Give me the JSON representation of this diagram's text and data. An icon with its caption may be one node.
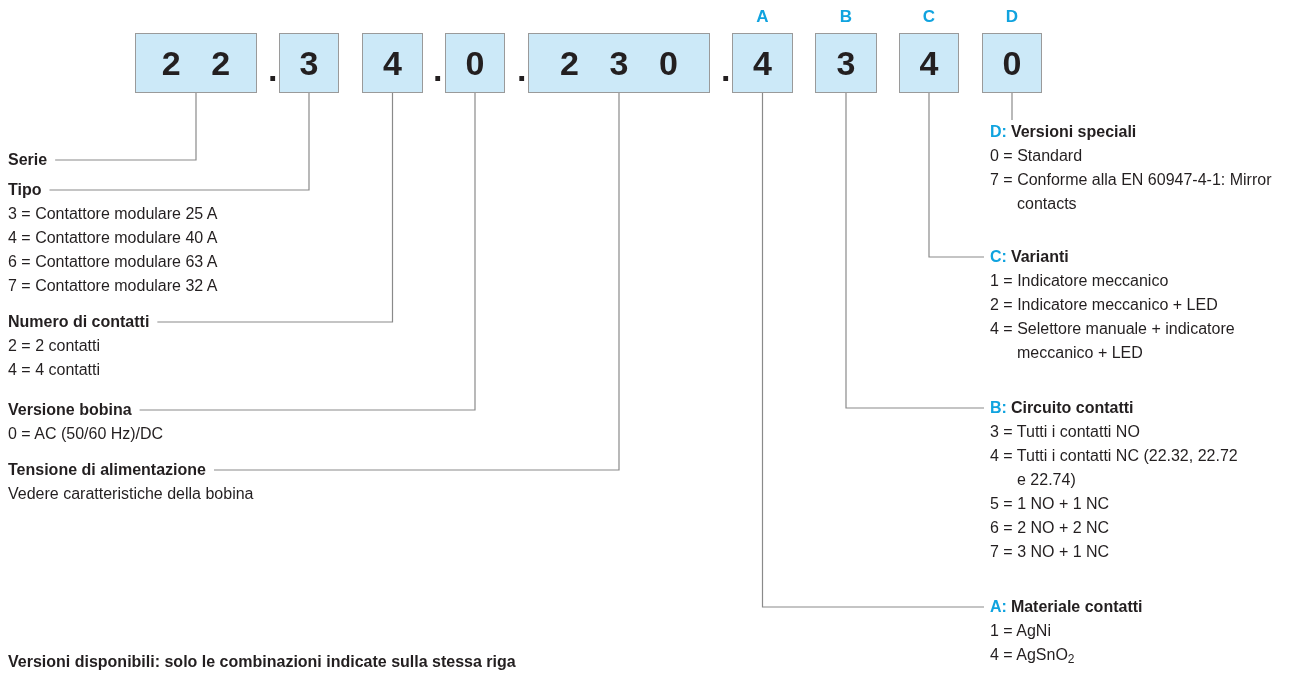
{
  "diagram": {
    "nodes": [
      {
        "text": [
          "22"
        ]
      },
      {
        "text": [
          "3"
        ]
      },
      {
        "text": [
          "4"
        ]
      },
      {
        "text": [
          "0"
        ]
      },
      {
        "text": [
          "230"
        ]
      },
      {
        "text": [
          "4"
        ],
        "beside": [
          "A"
        ]
      },
      {
        "text": [
          "3"
        ],
        "beside": [
          "B"
        ]
      },
      {
        "text": [
          "4"
        ],
        "beside": [
          "C"
        ]
      },
      {
        "text": [
          "0"
        ],
        "beside": [
          "D"
        ]
      },
      {
        "text": [
          "Serie"
        ]
      },
      {
        "text": [
          "Tipo",
          "3 = Contattore modulare 25 A",
          "4 = Contattore modulare 40 A",
          "6 = Contattore modulare 63 A",
          "7 = Contattore modulare 32 A"
        ]
      },
      {
        "text": [
          "Numero di contatti",
          "2 = 2 contatti",
          "4 = 4 contatti"
        ]
      },
      {
        "text": [
          "Versione bobina",
          "0 = AC (50/60 Hz)/DC"
        ]
      },
      {
        "text": [
          "Tensione di alimentazione",
          "Vedere caratteristiche della bobina"
        ]
      },
      {
        "text": [
          "D:",
          "Versioni speciali",
          "0 = Standard",
          "7 = Conforme alla EN 60947-4-1: Mirror contacts"
        ]
      },
      {
        "text": [
          "C:",
          "Varianti",
          "1 = Indicatore meccanico",
          "2 = Indicatore meccanico + LED",
          "4 = Selettore manuale + indicatore meccanico + LED"
        ]
      },
      {
        "text": [
          "B:",
          "Circuito contatti",
          "3 = Tutti i contatti NO",
          "4 = Tutti i contatti NC (22.32, 22.72 e 22.74)",
          "5 = 1 NO + 1 NC",
          "6 = 2 NO + 2 NC",
          "7 = 3 NO + 1 NC"
        ]
      },
      {
        "text": [
          "A:",
          "Materiale contatti",
          "1 = AgNi",
          "4 = AgSnO$_{2}$"
        ]
      }
    ],
    "edges": [
      {
        "from": 0,
        "to": 9,
        "arrow": "none"
      },
      {
        "from": 1,
        "to": 10,
        "arrow": "none"
      },
      {
        "from": 2,
        "to": 11,
        "arrow": "none"
      },
      {
        "from": 3,
        "to": 12,
        "arrow": "none"
      },
      {
        "from": 4,
        "to": 13,
        "arrow": "none"
      },
      {
        "from": 8,
        "to": 14,
        "arrow": "none"
      },
      {
        "from": 7,
        "to": 15,
        "arrow": "none"
      },
      {
        "from": 6,
        "to": 16,
        "arrow": "none"
      },
      {
        "from": 5,
        "to": 17,
        "arrow": "none"
      }
    ],
    "labels": [
      ".",
      ".",
      ".",
      ".",
      "Versioni disponibili: solo le combinazioni indicate sulla stessa riga"
    ]
  }
}
